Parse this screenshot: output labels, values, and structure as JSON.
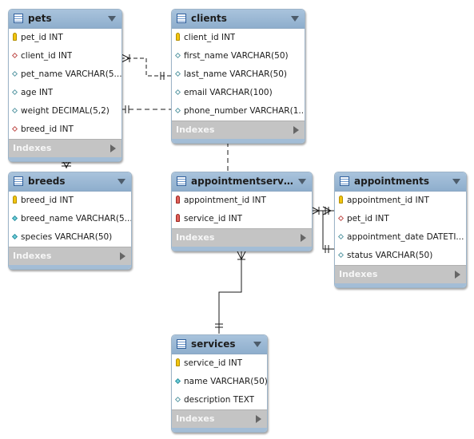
{
  "diagram": {
    "indexes_label": "Indexes",
    "colors": {
      "header": "#9ebad6",
      "indexes_bar": "#c4c4c4",
      "primary_key": "#f1c40f",
      "foreign_key": "#c0504d",
      "not_null": "#6fd0dc"
    },
    "tables": [
      {
        "id": "pets",
        "name": "pets",
        "columns": [
          {
            "text": "pet_id INT",
            "icon": "primary-key-icon"
          },
          {
            "text": "client_id INT",
            "icon": "foreign-key-icon"
          },
          {
            "text": "pet_name VARCHAR(5...",
            "icon": "column-icon"
          },
          {
            "text": "age INT",
            "icon": "column-icon"
          },
          {
            "text": "weight DECIMAL(5,2)",
            "icon": "column-icon"
          },
          {
            "text": "breed_id INT",
            "icon": "foreign-key-icon"
          }
        ]
      },
      {
        "id": "clients",
        "name": "clients",
        "columns": [
          {
            "text": "client_id INT",
            "icon": "primary-key-icon"
          },
          {
            "text": "first_name VARCHAR(50)",
            "icon": "column-icon"
          },
          {
            "text": "last_name VARCHAR(50)",
            "icon": "column-icon"
          },
          {
            "text": "email VARCHAR(100)",
            "icon": "column-icon"
          },
          {
            "text": "phone_number VARCHAR(1...",
            "icon": "column-icon"
          }
        ]
      },
      {
        "id": "breeds",
        "name": "breeds",
        "columns": [
          {
            "text": "breed_id INT",
            "icon": "primary-key-icon"
          },
          {
            "text": "breed_name VARCHAR(5...",
            "icon": "not-null-icon"
          },
          {
            "text": "species VARCHAR(50)",
            "icon": "not-null-icon"
          }
        ]
      },
      {
        "id": "appointmentservices",
        "name": "appointmentservic...",
        "columns": [
          {
            "text": "appointment_id INT",
            "icon": "primary-foreign-key-icon"
          },
          {
            "text": "service_id INT",
            "icon": "primary-foreign-key-icon"
          }
        ]
      },
      {
        "id": "appointments",
        "name": "appointments",
        "columns": [
          {
            "text": "appointment_id INT",
            "icon": "primary-key-icon"
          },
          {
            "text": "pet_id INT",
            "icon": "foreign-key-icon"
          },
          {
            "text": "appointment_date DATETI...",
            "icon": "column-icon"
          },
          {
            "text": "status VARCHAR(50)",
            "icon": "column-icon"
          }
        ]
      },
      {
        "id": "services",
        "name": "services",
        "columns": [
          {
            "text": "service_id INT",
            "icon": "primary-key-icon"
          },
          {
            "text": "name VARCHAR(50)",
            "icon": "not-null-icon"
          },
          {
            "text": "description TEXT",
            "icon": "column-icon"
          }
        ]
      }
    ],
    "relationships": [
      {
        "from": "clients",
        "to": "pets",
        "identifying": false
      },
      {
        "from": "breeds",
        "to": "pets",
        "identifying": false
      },
      {
        "from": "clients",
        "to": "appointmentservices",
        "identifying": false
      },
      {
        "from": "appointments",
        "to": "appointmentservices",
        "identifying": true
      },
      {
        "from": "services",
        "to": "appointmentservices",
        "identifying": true
      }
    ]
  }
}
